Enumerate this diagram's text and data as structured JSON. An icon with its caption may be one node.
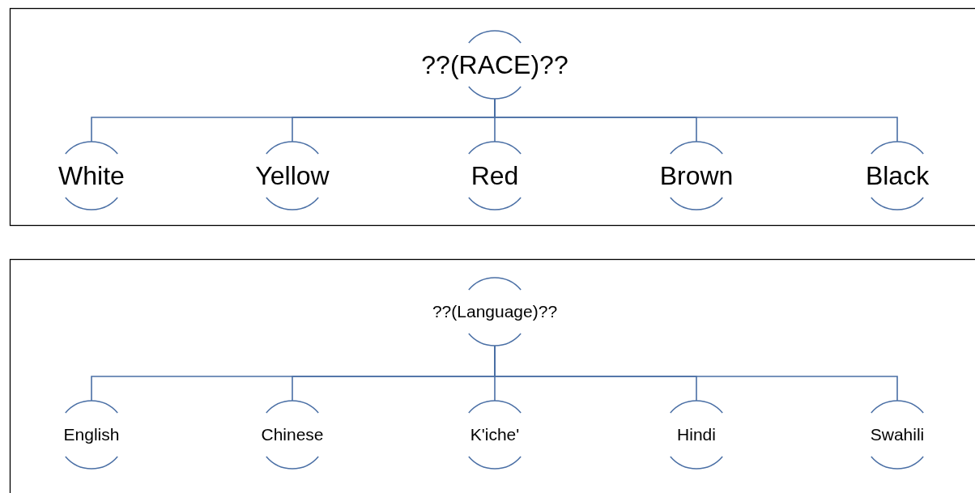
{
  "diagram": {
    "nodes": [
      {
        "text": [
          "??(RACE)??"
        ]
      },
      {
        "text": [
          "White"
        ]
      },
      {
        "text": [
          "Yellow"
        ]
      },
      {
        "text": [
          "Red"
        ]
      },
      {
        "text": [
          "Brown"
        ]
      },
      {
        "text": [
          "Black"
        ]
      },
      {
        "text": [
          "??(Language)??"
        ]
      },
      {
        "text": [
          "English"
        ]
      },
      {
        "text": [
          "Chinese"
        ]
      },
      {
        "text": [
          "K'iche'"
        ]
      },
      {
        "text": [
          "Hindi"
        ]
      },
      {
        "text": [
          "Swahili"
        ]
      }
    ],
    "edges": [
      {
        "from": 0,
        "to": 1,
        "arrow": "none"
      },
      {
        "from": 0,
        "to": 2,
        "arrow": "none"
      },
      {
        "from": 0,
        "to": 3,
        "arrow": "none"
      },
      {
        "from": 0,
        "to": 4,
        "arrow": "none"
      },
      {
        "from": 0,
        "to": 5,
        "arrow": "none"
      },
      {
        "from": 6,
        "to": 7,
        "arrow": "none"
      },
      {
        "from": 6,
        "to": 8,
        "arrow": "none"
      },
      {
        "from": 6,
        "to": 9,
        "arrow": "none"
      },
      {
        "from": 6,
        "to": 10,
        "arrow": "none"
      },
      {
        "from": 6,
        "to": 11,
        "arrow": "none"
      }
    ]
  }
}
